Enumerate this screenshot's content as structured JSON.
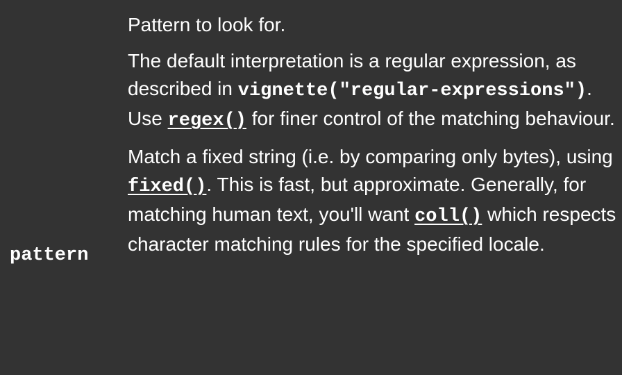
{
  "argument": {
    "name": "pattern"
  },
  "description": {
    "intro": "Pattern to look for.",
    "regex_para": {
      "text1": "The default interpretation is a regular expression, as described in ",
      "vignette_code": "vignette(\"regular-expressions\")",
      "text2": ". Use ",
      "regex_link": "regex()",
      "text3": " for finer control of the matching behaviour."
    },
    "fixed_para": {
      "text1": "Match a fixed string (i.e. by comparing only bytes), using ",
      "fixed_link": "fixed()",
      "text2": ". This is fast, but approximate. Generally, for matching human text, you'll want ",
      "coll_link": "coll()",
      "text3": " which respects character matching rules for the specified locale."
    }
  }
}
